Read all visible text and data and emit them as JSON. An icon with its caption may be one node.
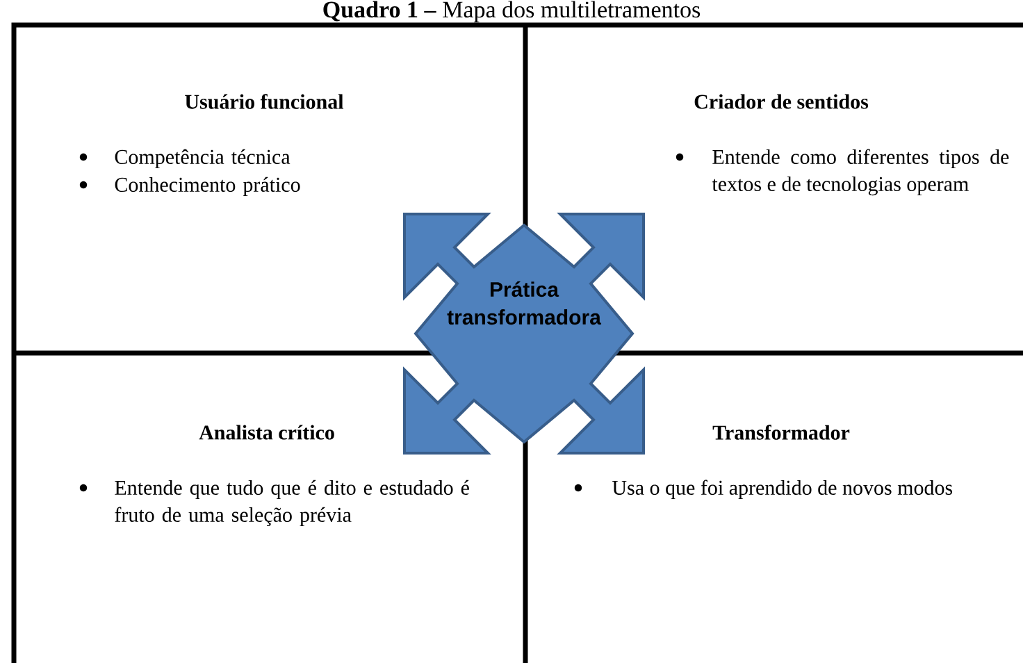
{
  "diagram": {
    "title": "**Quadro 1 –** Mapa dos multiletramentos",
    "nodes": [
      {
        "text": [
          "Usuário funcional",
          "Competência técnica",
          "Conhecimento prático"
        ]
      },
      {
        "text": [
          "Criador de sentidos",
          "Entende como diferentes tipos de textos e de tecnologias operam"
        ]
      },
      {
        "text": [
          "Prática transformadora"
        ]
      },
      {
        "text": [
          "Analista crítico",
          "Entende que tudo que é dito e estudado é fruto de uma seleção prévia"
        ]
      },
      {
        "text": [
          "Transformador",
          "Usa o que foi aprendido de novos modos"
        ]
      }
    ]
  }
}
